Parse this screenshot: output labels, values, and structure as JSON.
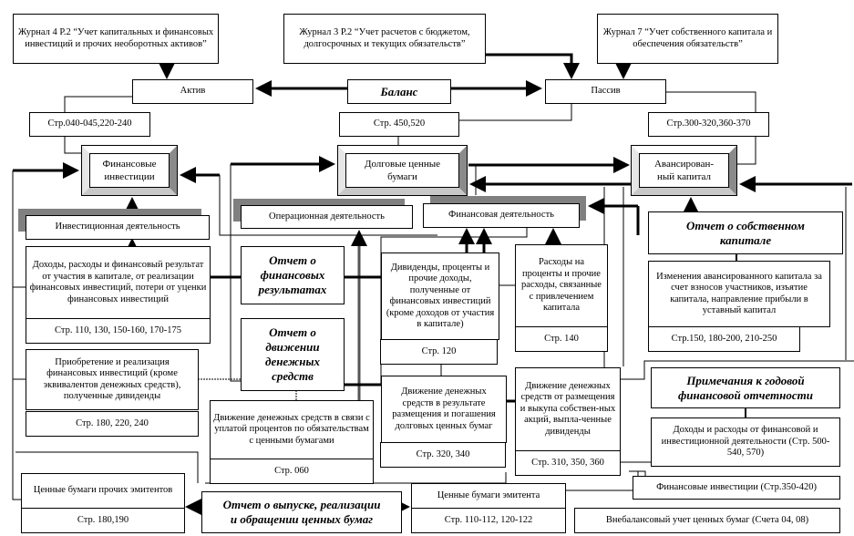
{
  "journals": {
    "j4": "Журнал 4 Р.2 “Учет капитальных и финансовых инвестиций и прочих необоротных активов”",
    "j3": "Журнал 3 Р.2 “Учет расчетов с бюджетом, долгосрочных и текущих обязательств”",
    "j7": "Журнал 7 “Учет собственного капитала и обеспечения обязательств”"
  },
  "balance": {
    "aktiv": "Актив",
    "balans": "Баланс",
    "passiv": "Пассив"
  },
  "lines_refs": {
    "aktiv": "Стр.040-045,220-240",
    "middle": "Стр. 450,520",
    "passiv": "Стр.300-320,360-370"
  },
  "accounts": {
    "fin_inv": "Финансовые\nинвестиции",
    "debt": "Долговые ценные\nбумаги",
    "capital": "Авансирован-\nный капитал"
  },
  "activities": {
    "invest": "Инвестиционная деятельность",
    "oper": "Операционная деятельность",
    "fin": "Финансовая деятельность"
  },
  "reports": {
    "fin_results": "Отчет о\nфинансовых\nрезультатах",
    "cash_flow": "Отчет о\nдвижении\nденежных\nсредств",
    "equity": "Отчет о собственном\nкапитале",
    "notes": "Примечания к годовой\nфинансовой отчетности",
    "securities": "Отчет о выпуске, реализации\nи обращении ценных бумаг"
  },
  "items": {
    "income_invest": {
      "text": "Доходы, расходы и финансовый результат от участия в капитале, от реализации финансовых инвестиций, потери от уценки финансовых инвестиций",
      "ref": "Стр. 110, 130, 150-160, 170-175"
    },
    "acquisition": {
      "text": "Приобретение и реализация финансовых инвестиций (кроме эквивалентов денежных средств), полученные дивиденды",
      "ref": "Стр. 180, 220, 240"
    },
    "dividends": {
      "text": "Дивиденды, проценты и прочие доходы, полученные от финансовых инвестиций (кроме доходов от участия в капитале)",
      "ref": "Стр. 120"
    },
    "interest_exp": {
      "text": "Расходы на проценты и прочие расходы, связанные с привлечением капитала",
      "ref": "Стр. 140"
    },
    "capital_changes": {
      "text": "Изменения авансированного капитала за счет взносов участников, изъятие капитала, направление прибыли в уставный капитал",
      "ref": "Стр.150, 180-200, 210-250"
    },
    "interest_paid": {
      "text": "Движение денежных средств в связи с уплатой процентов по обязательствам с ценными бумагами",
      "ref": "Стр. 060"
    },
    "debt_flow": {
      "text": "Движение денежных средств в результате размещения и погашения долговых ценных бумаг",
      "ref": "Стр. 320, 340"
    },
    "shares_flow": {
      "text": "Движение денежных средств от размещения и выкупа собствен-ных акций, выпла-ченные дивиденды",
      "ref": "Стр. 310, 350, 360"
    },
    "notes_income": {
      "text": "Доходы и расходы от финансовой и инвестиционной деятельности (Стр. 500-540, 570)"
    },
    "notes_fin_inv": {
      "text": "Финансовые инвестиции (Стр.350-420)"
    },
    "other_issuers": {
      "text": "Ценные бумаги прочих эмитентов",
      "ref": "Стр. 180,190"
    },
    "issuer": {
      "text": "Ценные бумаги эмитента",
      "ref": "Стр. 110-112, 120-122"
    },
    "off_balance": {
      "text": "Внебалансовый учет ценных бумаг (Счета  04, 08)"
    }
  }
}
